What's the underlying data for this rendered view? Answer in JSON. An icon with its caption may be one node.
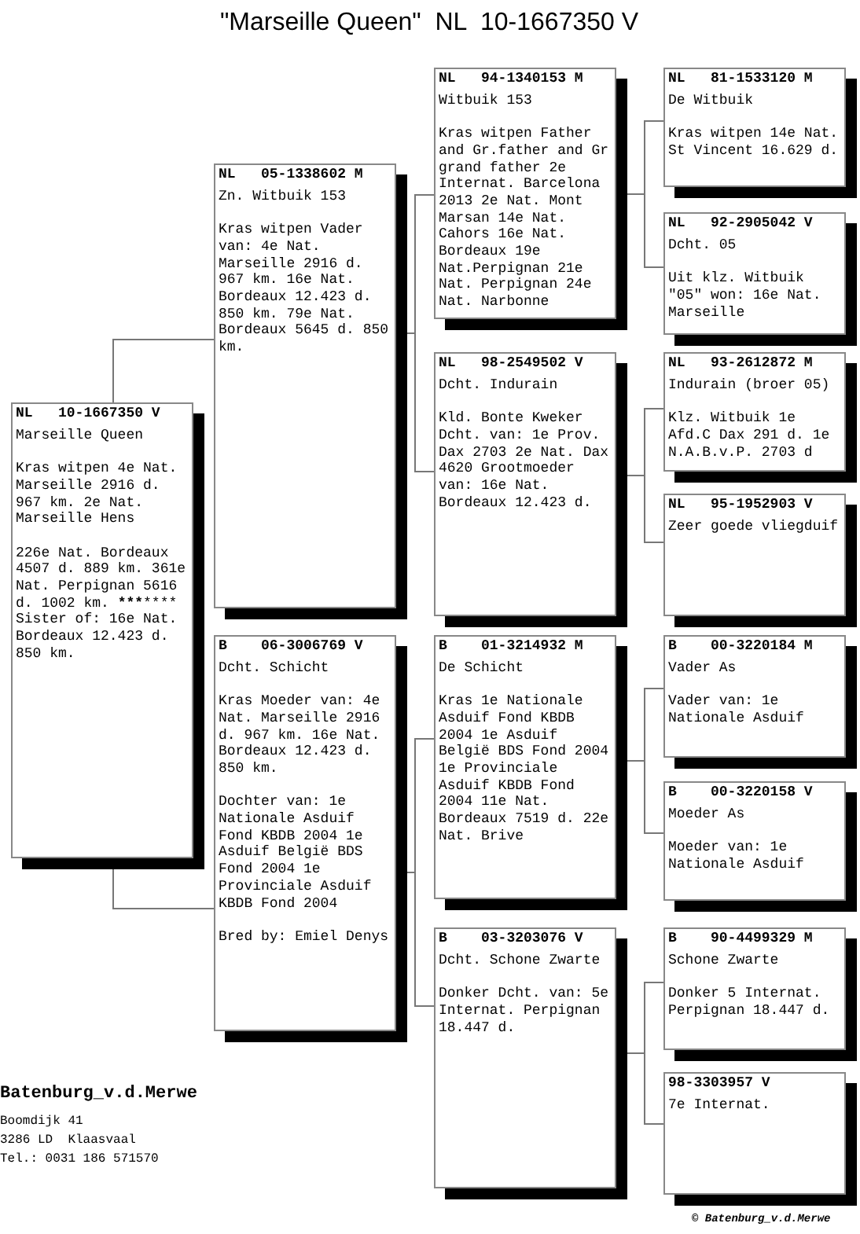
{
  "diagram": {
    "title": "\"Marseille Queen\"  NL  10-1667350 V",
    "nodes": [
      {
        "text": [
          "NL   10-1667350 V",
          "Marseille Queen",
          "Kras witpen 4e Nat. Marseille 2916 d.   967 km. 2e Nat. Marseille Hens",
          "226e Nat. Bordeaux 4507 d. 889 km. 361e Nat. Perpignan 5616 d.  1002 km. ******************* Sister of: 16e Nat. Bordeaux 12.423 d. 850 km."
        ]
      },
      {
        "text": [
          "NL   05-1338602 M",
          "Zn. Witbuik 153",
          "Kras witpen Vader van: 4e Nat. Marseille 2916 d. 967 km. 16e Nat. Bordeaux 12.423 d. 850 km. 79e Nat. Bordeaux 5645 d.  850 km."
        ]
      },
      {
        "text": [
          "B    06-3006769 V",
          "Dcht. Schicht",
          "Kras Moeder van: 4e Nat. Marseille 2916 d. 967 km. 16e Nat. Bordeaux 12.423 d. 850 km.",
          "Dochter van: 1e Nationale Asduif Fond KBDB 2004 1e Asduif België BDS Fond 2004 1e Provinciale Asduif KBDB Fond 2004",
          "Bred by: Emiel Denys"
        ]
      },
      {
        "text": [
          "NL   94-1340153 M",
          "Witbuik 153",
          "Kras witpen Father and Gr.father and Gr grand father 2e Internat. Barcelona 2013 2e Nat. Mont Marsan 14e Nat. Cahors 16e Nat. Bordeaux 19e Nat.Perpignan 21e Nat. Perpignan 24e Nat. Narbonne"
        ]
      },
      {
        "text": [
          "NL   98-2549502 V",
          "Dcht. Indurain",
          "Kld. Bonte Kweker Dcht. van: 1e Prov. Dax 2703 2e Nat. Dax 4620 Grootmoeder van: 16e Nat. Bordeaux 12.423 d."
        ]
      },
      {
        "text": [
          "B    01-3214932 M",
          "De Schicht",
          "Kras 1e Nationale Asduif Fond KBDB 2004 1e Asduif België BDS Fond 2004 1e Provinciale Asduif KBDB Fond 2004 11e Nat. Bordeaux 7519 d. 22e Nat. Brive"
        ]
      },
      {
        "text": [
          "B    03-3203076 V",
          "Dcht. Schone Zwarte",
          "Donker Dcht. van: 5e Internat. Perpignan 18.447 d."
        ]
      },
      {
        "text": [
          "NL   81-1533120 M",
          "De Witbuik",
          "Kras witpen 14e Nat. St Vincent 16.629 d."
        ]
      },
      {
        "text": [
          "NL   92-2905042 V",
          "Dcht. 05",
          "Uit klz. Witbuik \"05\" won: 16e Nat. Marseille"
        ]
      },
      {
        "text": [
          "NL   93-2612872 M",
          "Indurain (broer 05)",
          "Klz. Witbuik 1e Afd.C Dax 291 d. 1e N.A.B.v.P. 2703 d"
        ]
      },
      {
        "text": [
          "NL   95-1952903 V",
          "Zeer goede vliegduif"
        ]
      },
      {
        "text": [
          "B    00-3220184 M",
          "Vader As",
          "Vader van: 1e Nationale Asduif"
        ]
      },
      {
        "text": [
          "B    00-3220158 V",
          "Moeder As",
          "Moeder van: 1e Nationale Asduif"
        ]
      },
      {
        "text": [
          "B    90-4499329 M",
          "Schone Zwarte",
          "Donker 5 Internat. Perpignan 18.447 d."
        ]
      },
      {
        "text": [
          "98-3303957 V",
          "7e Internat."
        ]
      }
    ],
    "edges": [
      {
        "from": 0,
        "to": 1,
        "arrow": "none"
      },
      {
        "from": 0,
        "to": 2,
        "arrow": "none"
      },
      {
        "from": 1,
        "to": 3,
        "arrow": "none"
      },
      {
        "from": 1,
        "to": 4,
        "arrow": "none"
      },
      {
        "from": 2,
        "to": 5,
        "arrow": "none"
      },
      {
        "from": 2,
        "to": 6,
        "arrow": "none"
      },
      {
        "from": 3,
        "to": 7,
        "arrow": "none"
      },
      {
        "from": 3,
        "to": 8,
        "arrow": "none"
      },
      {
        "from": 4,
        "to": 9,
        "arrow": "none"
      },
      {
        "from": 4,
        "to": 10,
        "arrow": "none"
      },
      {
        "from": 5,
        "to": 11,
        "arrow": "none"
      },
      {
        "from": 5,
        "to": 12,
        "arrow": "none"
      },
      {
        "from": 6,
        "to": 13,
        "arrow": "none"
      },
      {
        "from": 6,
        "to": 14,
        "arrow": "none"
      }
    ],
    "labels": [
      "Batenburg_v.d.Merwe",
      "Boomdijk 41",
      "3286 LD  Klaasvaal",
      "Tel.: 0031 186 571570",
      "© Batenburg_v.d.Merwe"
    ]
  }
}
